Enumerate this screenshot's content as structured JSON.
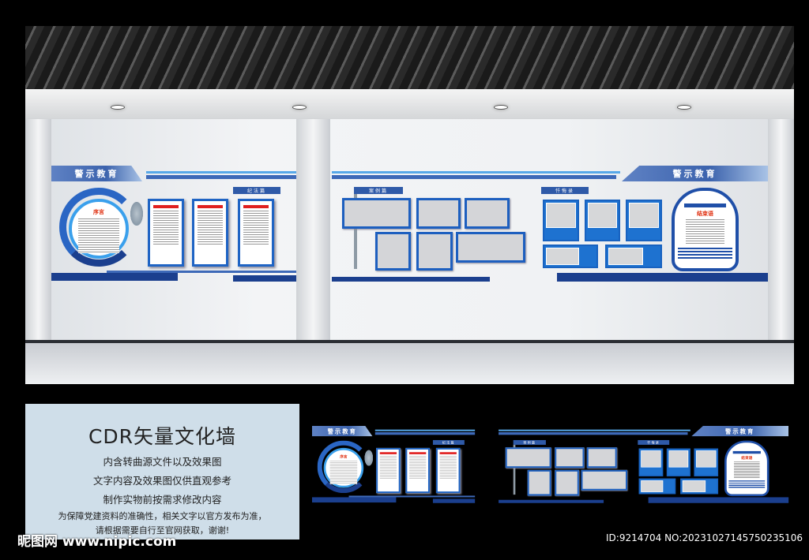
{
  "wall": {
    "left_banner": "警示教育",
    "right_banner": "警示教育",
    "preface_label": "序言",
    "section_law": "纪法篇",
    "section_cases": "案例篇",
    "section_confession": "忏悔录",
    "closing_label": "结束语"
  },
  "info": {
    "title": "CDR矢量文化墙",
    "lines": [
      "内含转曲源文件以及效果图",
      "文字内容及效果图仅供直观参考",
      "制作实物前按需求修改内容"
    ],
    "notice": [
      "为保障党建资料的准确性，相关文字以官方发布为准，",
      "请根据需要自行至官网获取，谢谢!"
    ]
  },
  "watermark": {
    "logo": "昵图网 www.nipic.com"
  },
  "image_id": "ID:9214704 NO:20231027145750235106",
  "colors": {
    "brand_blue": "#1f64c4",
    "dark_blue": "#1b3f8e",
    "accent_red": "#e02020",
    "info_bg": "#cfdee9"
  }
}
